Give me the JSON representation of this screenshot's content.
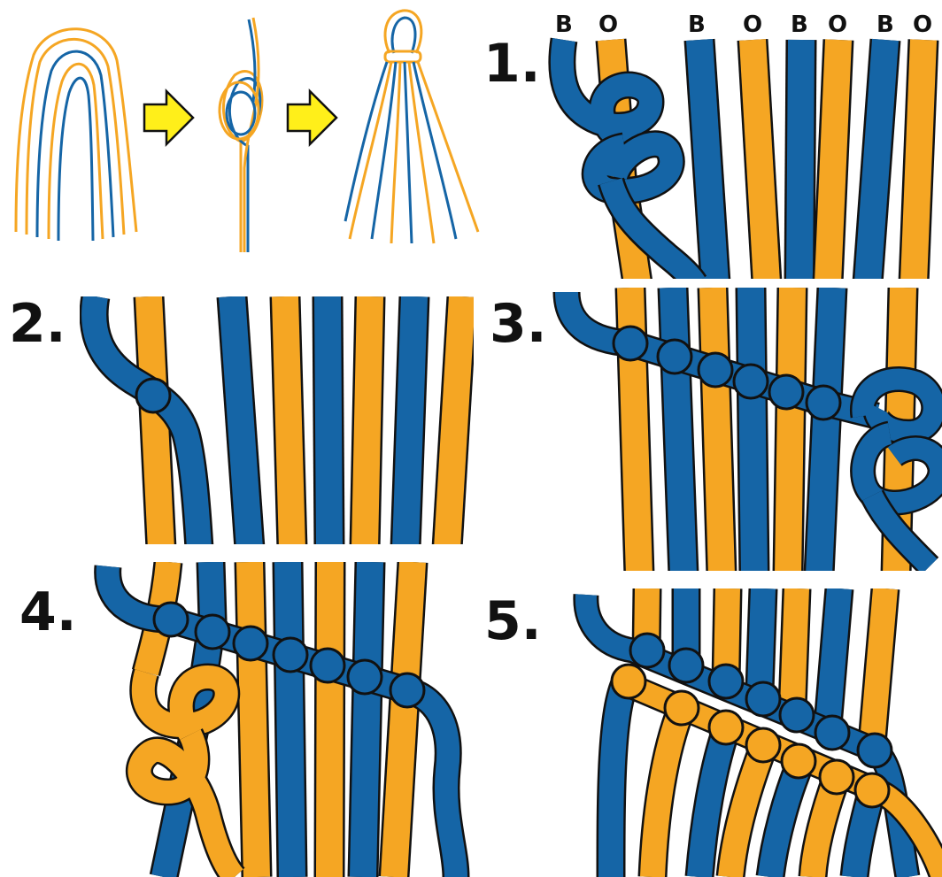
{
  "colors": {
    "blue": "#1565a6",
    "orange": "#f5a623",
    "outline": "#111111",
    "arrow": "#ffef1a",
    "background": "#ffffff"
  },
  "steps": [
    {
      "label": "1."
    },
    {
      "label": "2."
    },
    {
      "label": "3."
    },
    {
      "label": "4."
    },
    {
      "label": "5."
    }
  ],
  "strand_letters": [
    "B",
    "O",
    "B",
    "O",
    "B",
    "O",
    "B",
    "O"
  ],
  "icons": [
    "yellow-arrow-right-icon",
    "yellow-arrow-right-icon"
  ]
}
